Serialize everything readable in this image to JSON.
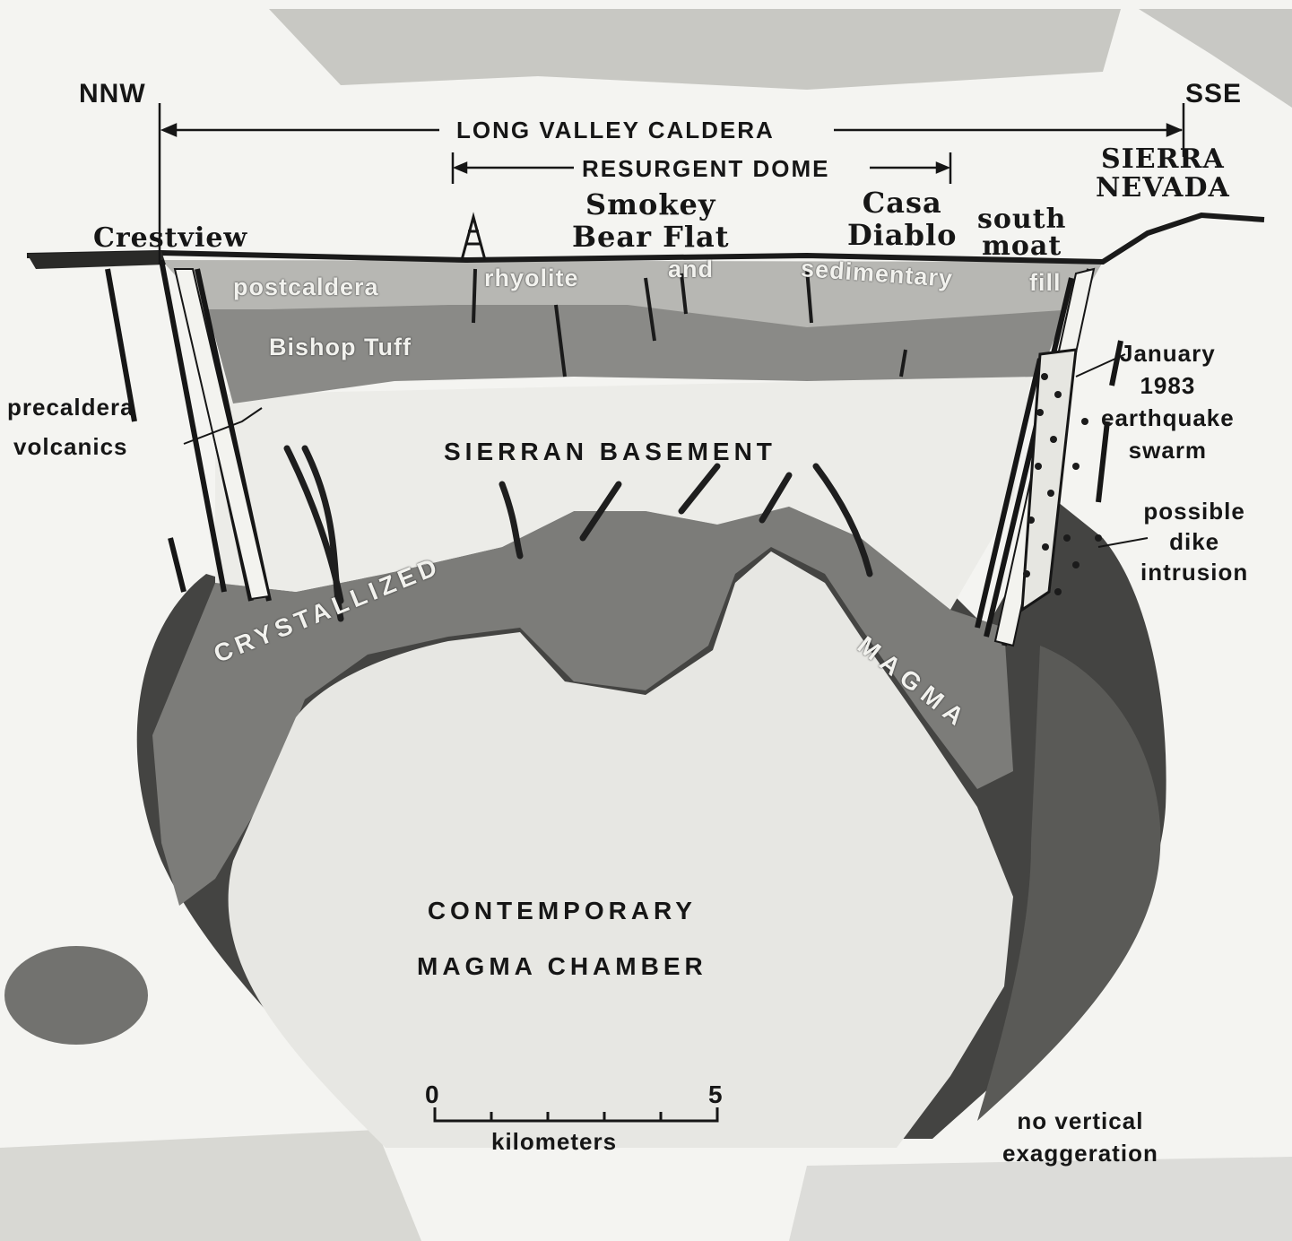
{
  "directions": {
    "left": "NNW",
    "right": "SSE"
  },
  "spans": {
    "caldera": "LONG VALLEY CALDERA",
    "dome": "RESURGENT DOME"
  },
  "places": {
    "sierra_nevada_line1": "SIERRA",
    "sierra_nevada_line2": "NEVADA",
    "crestview": "Crestview",
    "smokey_line1": "Smokey",
    "smokey_line2": "Bear Flat",
    "casa_line1": "Casa",
    "casa_line2": "Diablo",
    "south_moat_line1": "south",
    "south_moat_line2": "moat"
  },
  "layers": {
    "fill_w1": "postcaldera",
    "fill_w2": "rhyolite",
    "fill_w3": "and",
    "fill_w4": "sedimentary",
    "fill_w5": "fill",
    "bishop_tuff": "Bishop Tuff",
    "precaldera_line1": "precaldera",
    "precaldera_line2": "volcanics",
    "sierran_basement": "SIERRAN BASEMENT",
    "crystallized": "CRYSTALLIZED",
    "magma": "MAGMA",
    "chamber_line1": "CONTEMPORARY",
    "chamber_line2": "MAGMA CHAMBER"
  },
  "annotations": {
    "quake_line1": "January",
    "quake_line2": "1983",
    "quake_line3": "earthquake",
    "quake_line4": "swarm",
    "dike_line1": "possible",
    "dike_line2": "dike",
    "dike_line3": "intrusion",
    "note_line1": "no vertical",
    "note_line2": "exaggeration"
  },
  "scale": {
    "min_label": "0",
    "max_label": "5",
    "unit": "kilometers",
    "ticks": 5
  },
  "colors": {
    "ink": "#161616",
    "dark_fill": "#4a4a48",
    "mid_fill": "#7c7c79",
    "light_fill": "#c9c9c5",
    "paper": "#f4f4f1"
  }
}
